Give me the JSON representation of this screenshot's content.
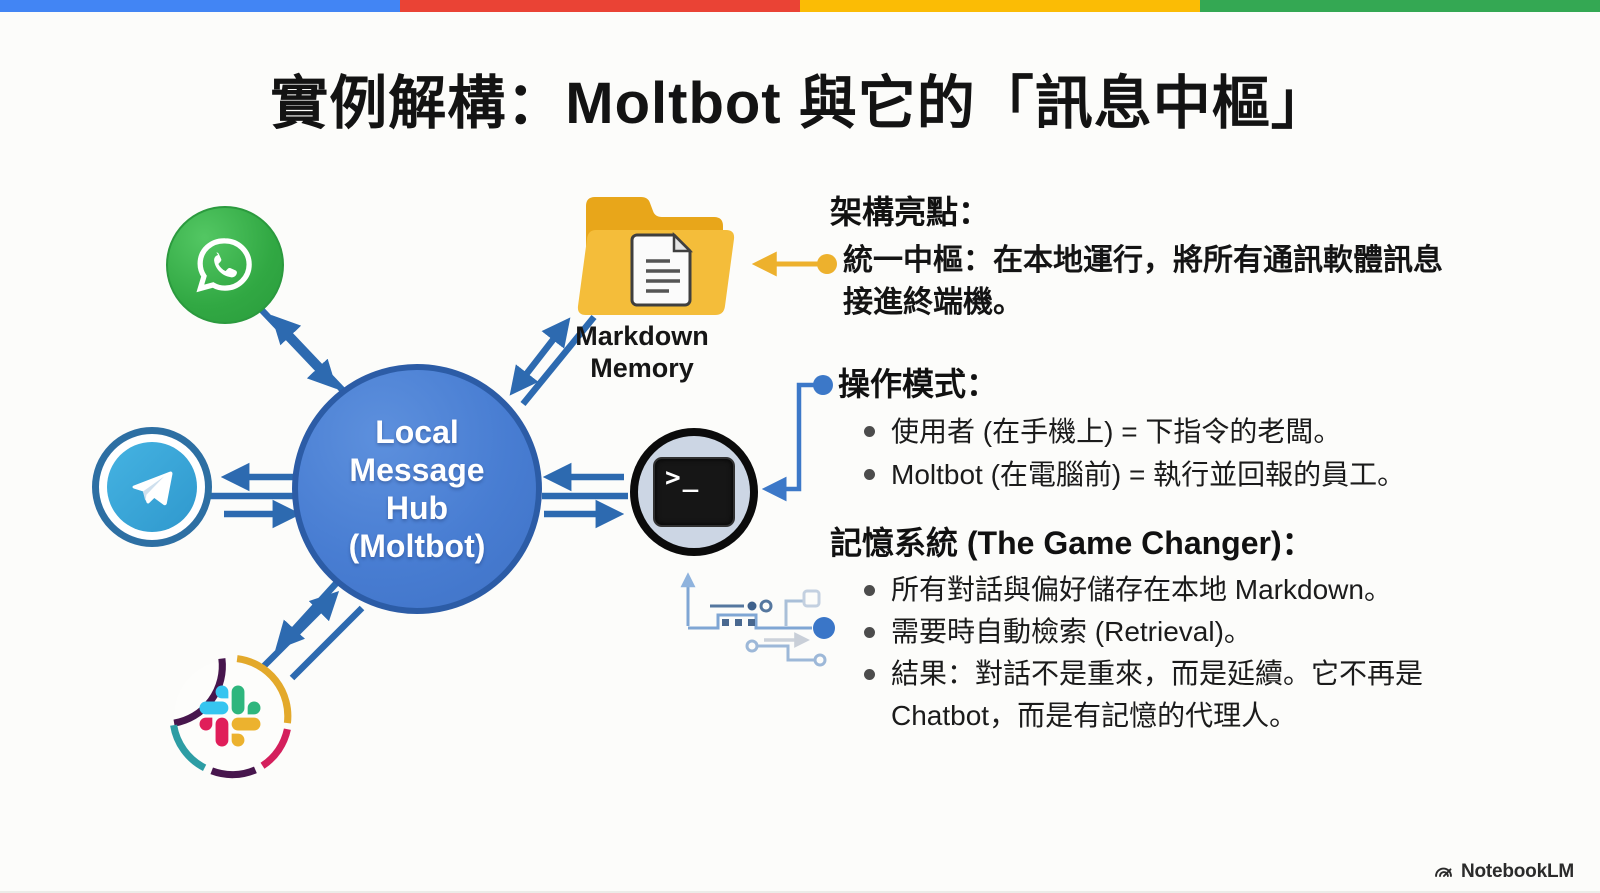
{
  "slide": {
    "title": "實例解構：Moltbot 與它的「訊息中樞」",
    "top_bar_colors": [
      "#4285f4",
      "#ea4335",
      "#fbbc05",
      "#34a853"
    ]
  },
  "diagram": {
    "hub": {
      "label": "Local\nMessage\nHub\n(Moltbot)",
      "fill": "#487dd2",
      "border": "#2c5ca6"
    },
    "whatsapp": {
      "name": "WhatsApp",
      "icon": "whatsapp-icon",
      "color": "#3fb34f"
    },
    "telegram": {
      "name": "Telegram",
      "icon": "telegram-icon",
      "color": "#34a0d6"
    },
    "slack": {
      "name": "Slack",
      "icon": "slack-icon",
      "colors": [
        "#36C5F0",
        "#2EB67D",
        "#ECB22E",
        "#E01E5A"
      ]
    },
    "markdown_memory": {
      "label": "Markdown\nMemory",
      "icon": "folder-document-icon",
      "color": "#f0b42c"
    },
    "terminal": {
      "prompt": ">_",
      "icon": "terminal-icon"
    },
    "arrow_color": "#2d6ab0",
    "circuit_color": "#7fa6d4"
  },
  "annotations": {
    "sections": [
      {
        "heading": "架構亮點：",
        "marker_color": "#edb12d",
        "bullets": [
          {
            "text": "統一中樞：在本地運行，將所有通訊軟體訊息\n接進終端機。"
          }
        ]
      },
      {
        "heading": "操作模式：",
        "marker_color": "#3c78c8",
        "bullets": [
          {
            "text": "使用者 (在手機上) = 下指令的老闆。"
          },
          {
            "text": "Moltbot (在電腦前) = 執行並回報的員工。"
          }
        ]
      },
      {
        "heading": "記憶系統 (The Game Changer)：",
        "bullets": [
          {
            "text": "所有對話與偏好儲存在本地 Markdown。"
          },
          {
            "text": "需要時自動檢索 (Retrieval)。"
          },
          {
            "text": "結果：對話不是重來，而是延續。它不再是\nChatbot，而是有記憶的代理人。"
          }
        ]
      }
    ]
  },
  "footer": {
    "brand": "NotebookLM",
    "logo": "notebooklm-logo-icon"
  }
}
